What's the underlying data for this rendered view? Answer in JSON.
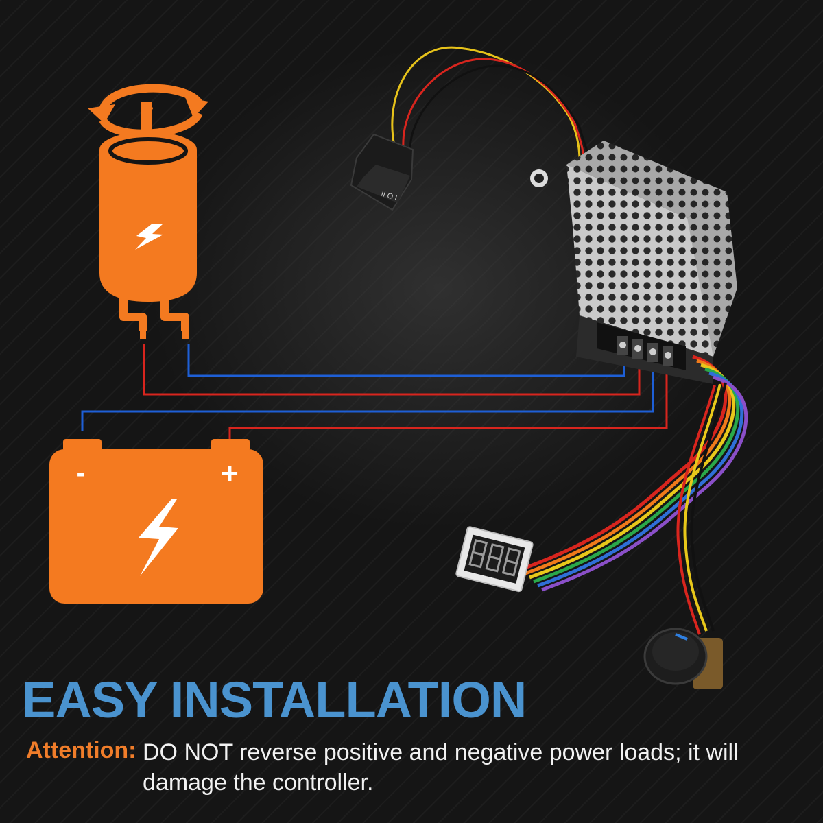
{
  "headline": "EASY INSTALLATION",
  "attention": {
    "label": "Attention:",
    "message": "DO NOT reverse positive and negative power loads; it will damage the controller."
  },
  "battery": {
    "negative_symbol": "-",
    "positive_symbol": "+"
  },
  "colors": {
    "accent_orange": "#f47a20",
    "headline_blue": "#4a93cf",
    "attention_orange": "#f07d2a",
    "wire_blue": "#1e5fd6",
    "wire_red": "#d8251e",
    "background": "#151515"
  },
  "icons": [
    "motor-icon",
    "rotation-arrows-icon",
    "battery-icon",
    "lightning-bolt-icon",
    "speed-controller-module",
    "rocker-switch",
    "led-voltage-display",
    "potentiometer-knob"
  ]
}
